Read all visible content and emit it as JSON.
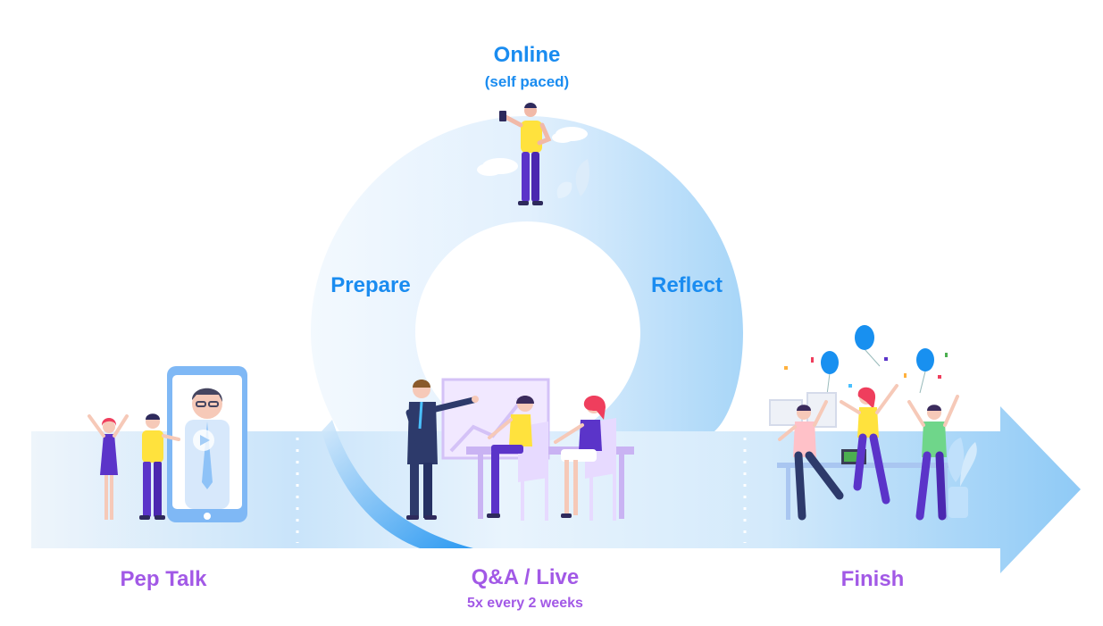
{
  "diagram": {
    "top_stage": {
      "title": "Online",
      "subtitle": "(self paced)"
    },
    "left_arc_label": "Prepare",
    "right_arc_label": "Reflect",
    "stages": [
      {
        "title": "Pep Talk",
        "subtitle": ""
      },
      {
        "title": "Q&A / Live",
        "subtitle": "5x every 2 weeks"
      },
      {
        "title": "Finish",
        "subtitle": ""
      }
    ]
  },
  "colors": {
    "blue_text": "#1a8cf0",
    "purple_text": "#a259e6",
    "arrow_light": "#e6f2fc",
    "arrow_dark": "#8fcaf6",
    "loop_light": "#f2f8fe",
    "loop_dark": "#a9d6f8",
    "accent_blue": "#1890f0"
  }
}
